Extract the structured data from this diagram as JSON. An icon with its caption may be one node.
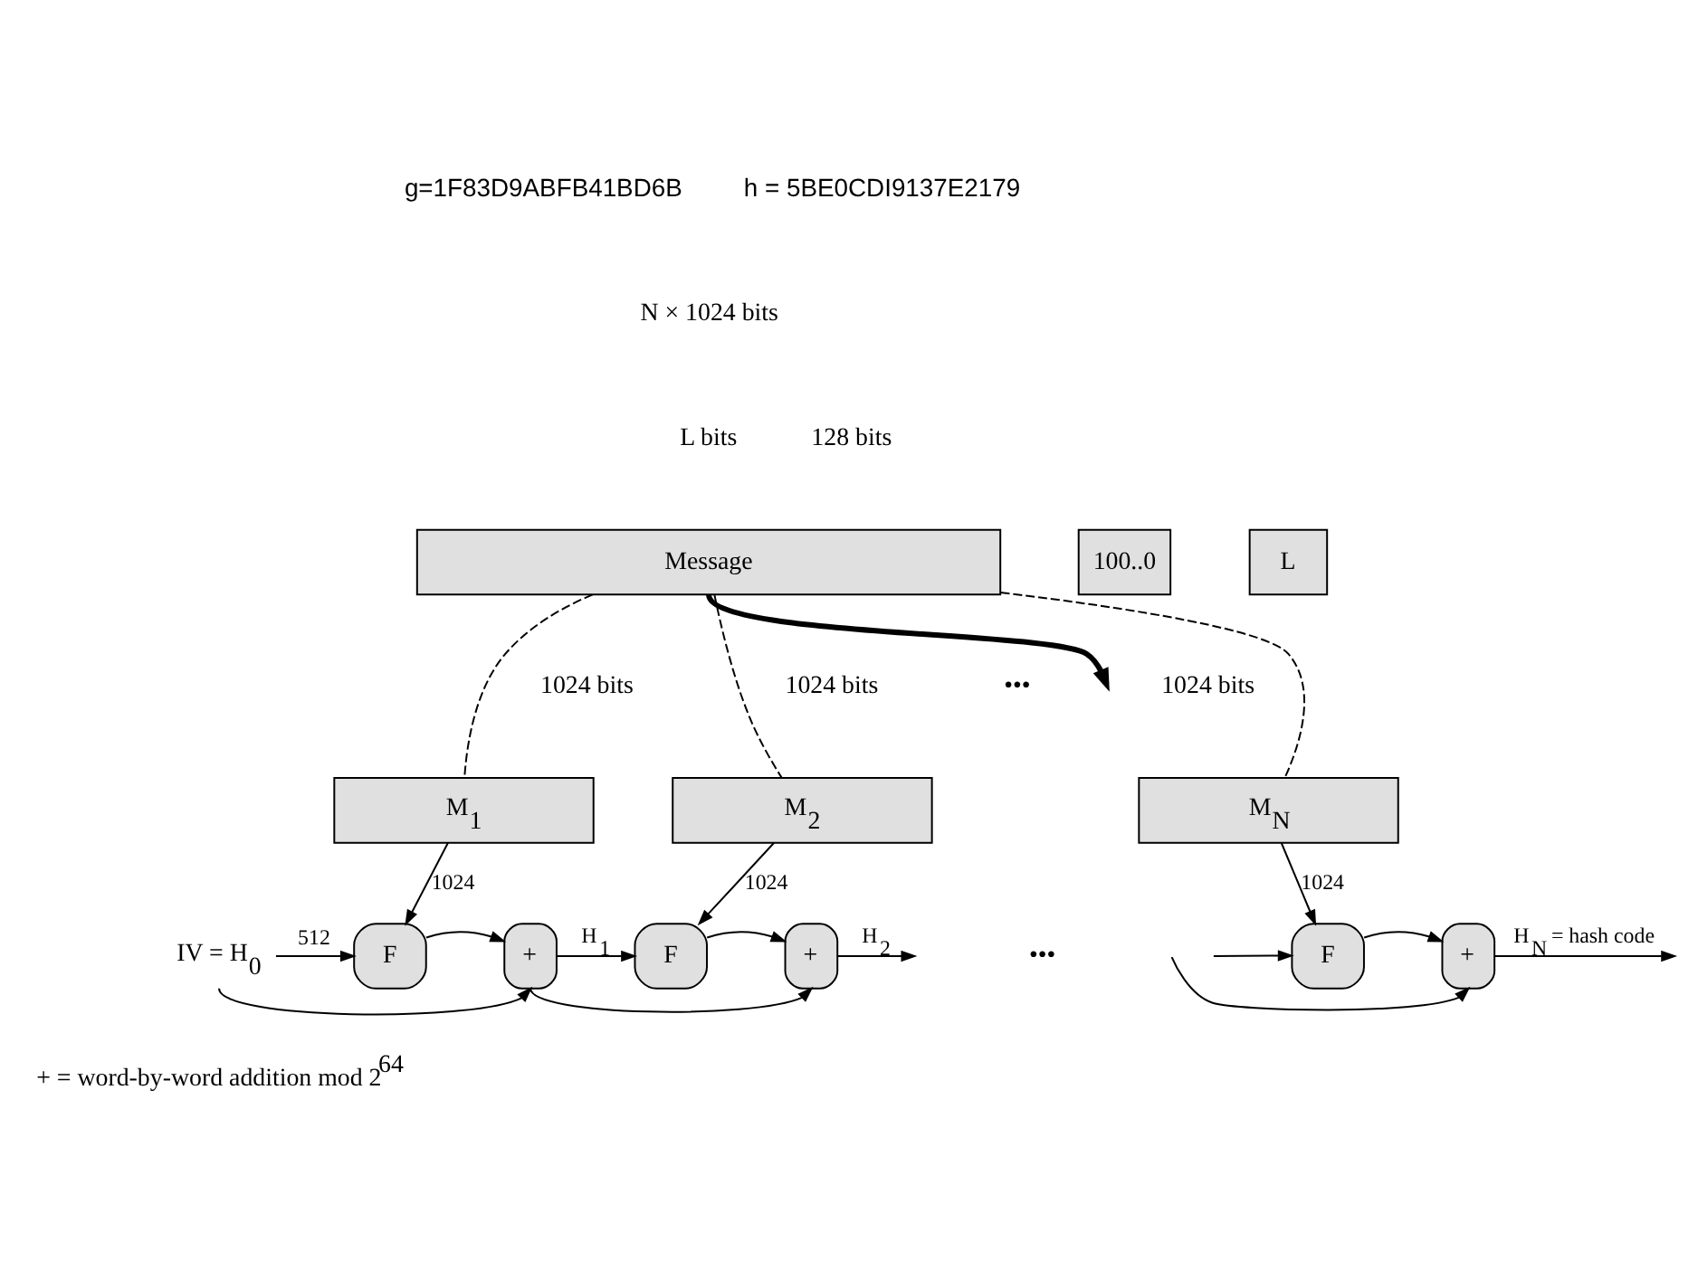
{
  "diagram": {
    "nodes": [
      {
        "text": [
          "Message"
        ]
      },
      {
        "text": [
          "100..0"
        ]
      },
      {
        "text": [
          "L"
        ]
      },
      {
        "text": [
          "M$_{1}$"
        ]
      },
      {
        "text": [
          "M$_{2}$"
        ]
      },
      {
        "text": [
          "M$_{N}$"
        ]
      },
      {
        "text": [
          "IV = H$_{0}$"
        ]
      },
      {
        "text": [
          "F"
        ]
      },
      {
        "text": [
          "+"
        ]
      },
      {
        "text": [
          "F"
        ]
      },
      {
        "text": [
          "+"
        ]
      },
      {
        "text": [
          "F"
        ]
      },
      {
        "text": [
          "+"
        ]
      }
    ],
    "edges": [
      {
        "from": 0,
        "to": 3,
        "arrow": "none",
        "style": "dashed"
      },
      {
        "from": 0,
        "to": 4,
        "arrow": "none",
        "style": "dashed"
      },
      {
        "from": 0,
        "to": 5,
        "arrow": "none",
        "style": "dashed"
      },
      {
        "from": 0,
        "to": null,
        "arrow": "to",
        "style": "thick"
      },
      {
        "from": 3,
        "to": 7,
        "arrow": "to",
        "label": "1024"
      },
      {
        "from": 4,
        "to": 9,
        "arrow": "to",
        "label": "1024"
      },
      {
        "from": 5,
        "to": 11,
        "arrow": "to",
        "label": "1024"
      },
      {
        "from": 6,
        "to": 7,
        "arrow": "to",
        "label": "512"
      },
      {
        "from": 6,
        "to": 8,
        "arrow": "to"
      },
      {
        "from": 7,
        "to": 8,
        "arrow": "to"
      },
      {
        "from": 8,
        "to": 9,
        "arrow": "to",
        "label": "H$_{1}$"
      },
      {
        "from": 8,
        "to": 10,
        "arrow": "to"
      },
      {
        "from": 9,
        "to": 10,
        "arrow": "to"
      },
      {
        "from": 10,
        "to": null,
        "arrow": "to",
        "label": "H$_{2}$"
      },
      {
        "from": null,
        "to": 11,
        "arrow": "to"
      },
      {
        "from": null,
        "to": 12,
        "arrow": "to"
      },
      {
        "from": 11,
        "to": 12,
        "arrow": "to"
      },
      {
        "from": 12,
        "to": null,
        "arrow": "to",
        "label": "H$_{N}$ = hash code"
      }
    ],
    "labels": [
      "g=1F83D9ABFB41BD6B",
      "h = 5BE0CDI9137E2179",
      "N × 1024 bits",
      "L bits",
      "128 bits",
      "1024 bits",
      "1024 bits",
      "•••",
      "1024 bits",
      "•••",
      "+ = word-by-word addition mod 2$^{64}$"
    ]
  }
}
